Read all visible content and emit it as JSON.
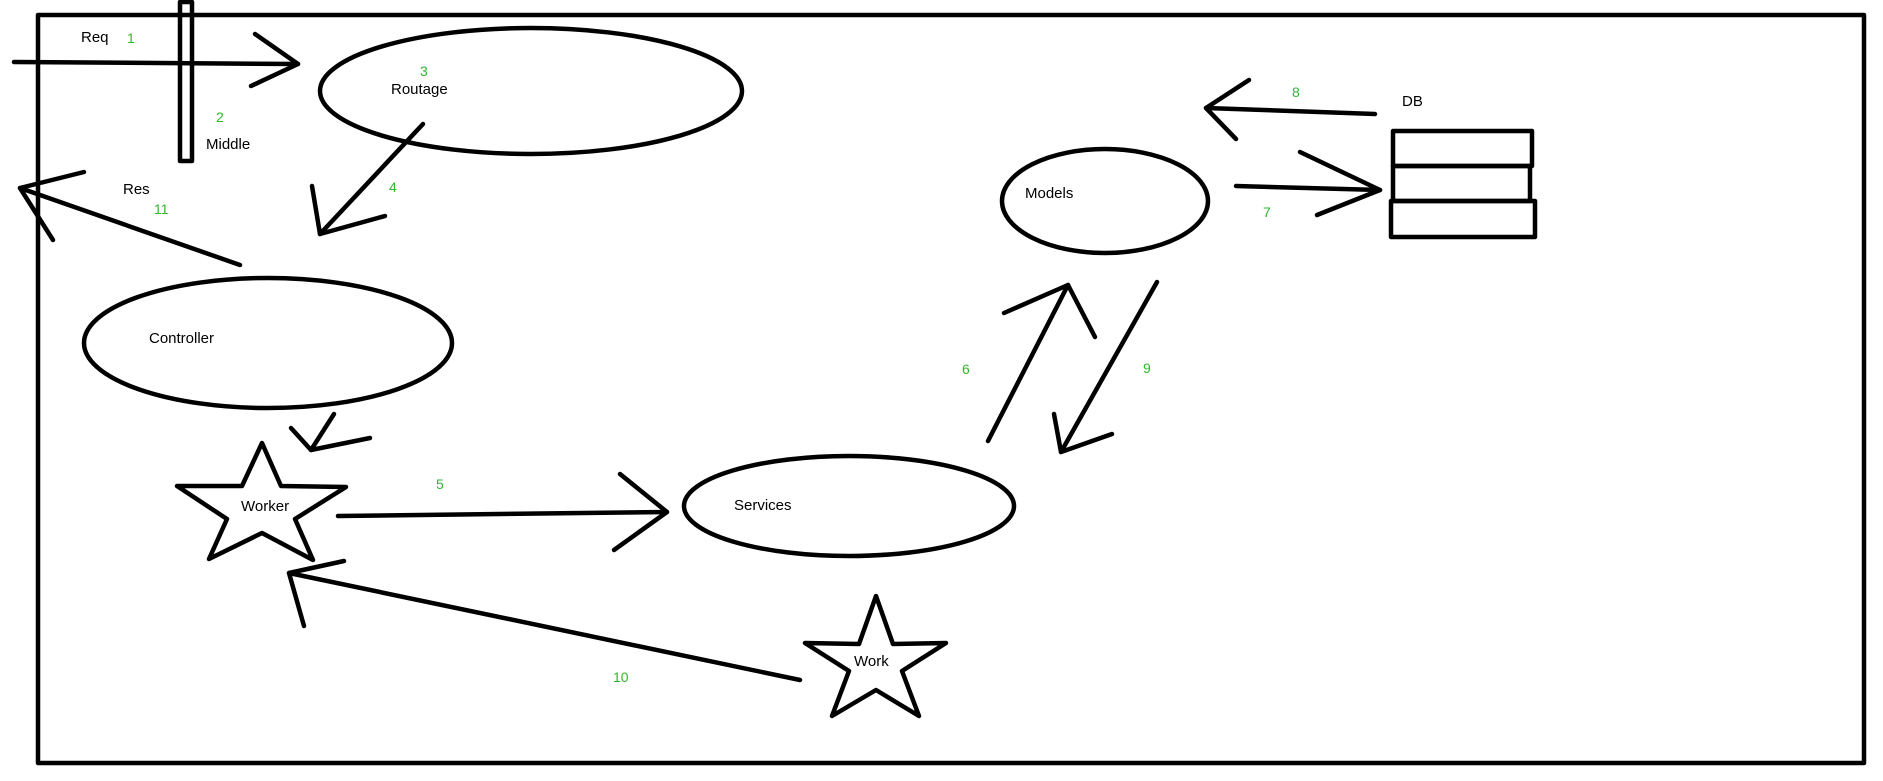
{
  "labels": {
    "req": "Req",
    "middle": "Middle",
    "routage": "Routage",
    "res": "Res",
    "controller": "Controller",
    "worker": "Worker",
    "services": "Services",
    "models": "Models",
    "db": "DB",
    "work": "Work"
  },
  "steps": {
    "s1": "1",
    "s2": "2",
    "s3": "3",
    "s4": "4",
    "s5": "5",
    "s6": "6",
    "s7": "7",
    "s8": "8",
    "s9": "9",
    "s10": "10",
    "s11": "11"
  },
  "colors": {
    "stroke": "#000000",
    "step_number": "#2eb82e",
    "background": "#ffffff"
  }
}
